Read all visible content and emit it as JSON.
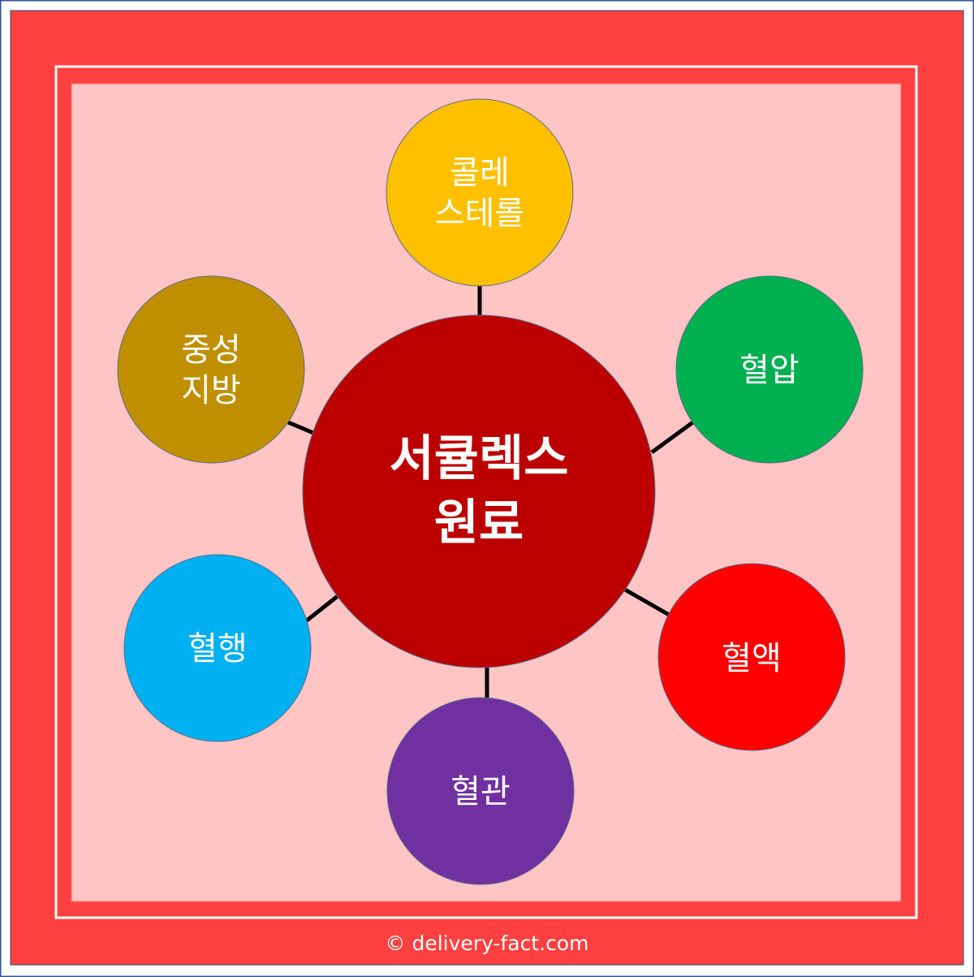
{
  "center": {
    "line1": "서큘렉스",
    "line2": "원료",
    "color": "#BC0000"
  },
  "nodes": [
    {
      "id": "cholesterol",
      "line1": "콜레",
      "line2": "스테롤",
      "color": "#FFC000"
    },
    {
      "id": "blood-pressure",
      "line1": "혈압",
      "color": "#00B050"
    },
    {
      "id": "blood",
      "line1": "혈액",
      "color": "#FF0000"
    },
    {
      "id": "blood-vessel",
      "line1": "혈관",
      "color": "#7030A0"
    },
    {
      "id": "blood-flow",
      "line1": "혈행",
      "color": "#00B0F0"
    },
    {
      "id": "triglyceride",
      "line1": "중성",
      "line2": "지방",
      "color": "#BF8F00"
    }
  ],
  "footer": {
    "copyright": "© delivery-fact.com"
  },
  "colors": {
    "frame": "#FF4040",
    "inner": "#FFC5C5",
    "border": "#2F5597"
  }
}
